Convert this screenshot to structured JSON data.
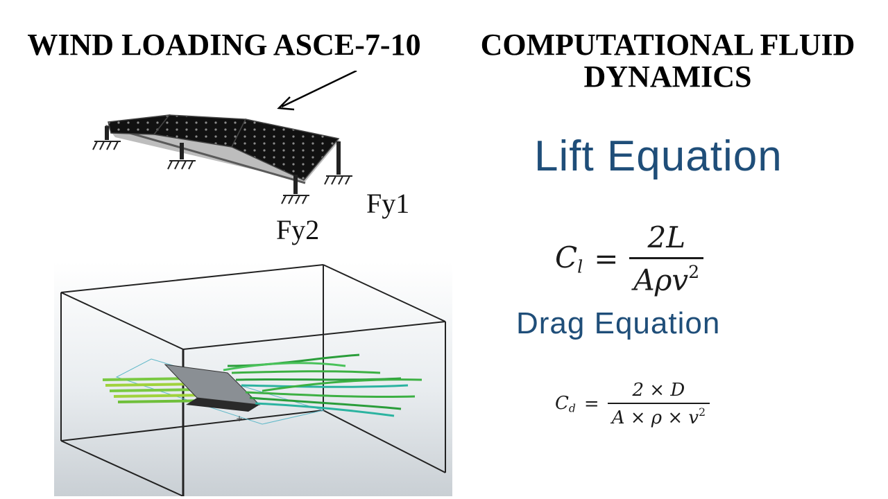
{
  "titles": {
    "left": "WIND LOADING ASCE-7-10",
    "right_line1": "COMPUTATIONAL FLUID",
    "right_line2": "DYNAMICS"
  },
  "frame": {
    "support_label_1": "Fy1",
    "support_label_2": "Fy2"
  },
  "equations": {
    "lift_heading": "Lift Equation",
    "drag_heading": "Drag Equation",
    "lift": {
      "lhs": "C",
      "lhs_sub": "l",
      "equals": "=",
      "numerator": "2L",
      "den_a": "Aρv",
      "den_exp": "2"
    },
    "drag": {
      "lhs": "C",
      "lhs_sub": "d",
      "equals": "=",
      "numerator": "2 × D",
      "den": "A × ρ × v",
      "den_exp": "2"
    }
  },
  "colors": {
    "heading_blue": "#1f4e79",
    "streamline_green": "#2a9d3a",
    "streamline_teal": "#2bb3a0",
    "panel_dark": "#1e1e1e"
  }
}
